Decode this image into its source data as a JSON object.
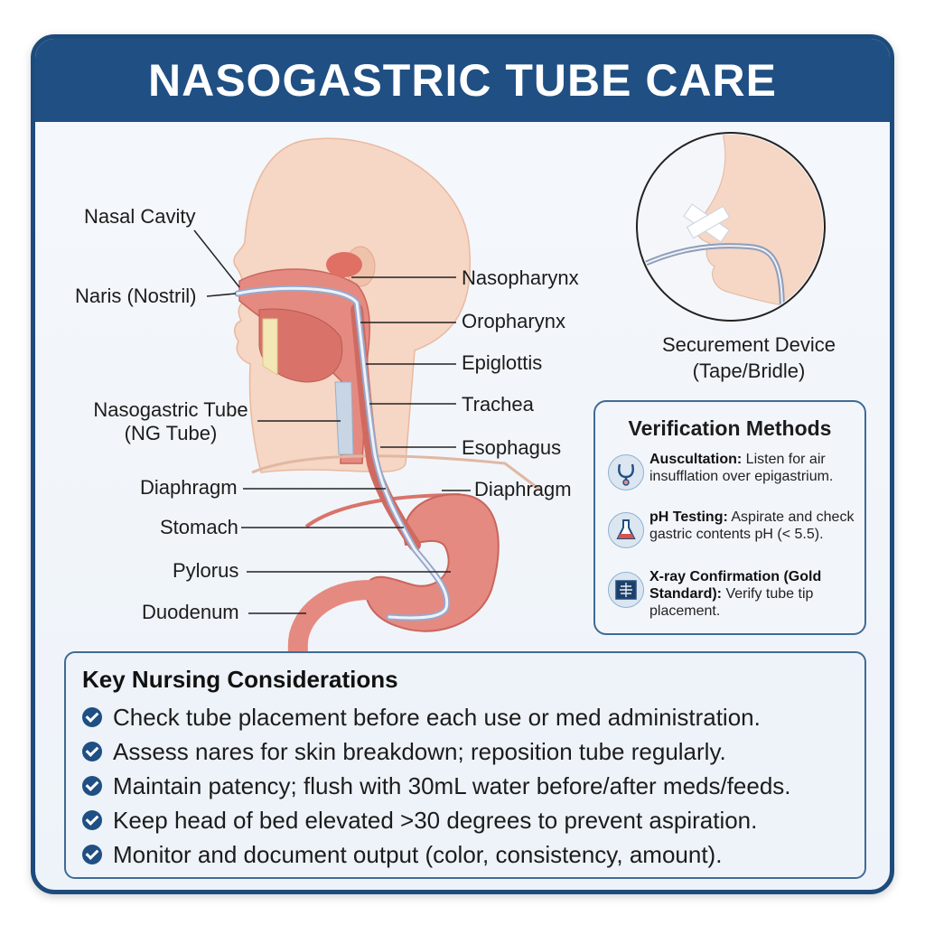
{
  "title": "NASOGASTRIC TUBE CARE",
  "anatomy": {
    "left_labels": {
      "nasal_cavity": "Nasal Cavity",
      "naris": "Naris (Nostril)",
      "ng_tube_line1": "Nasogastric Tube",
      "ng_tube_line2": "(NG Tube)",
      "diaphragm": "Diaphragm",
      "stomach": "Stomach",
      "pylorus": "Pylorus",
      "duodenum": "Duodenum"
    },
    "right_labels": {
      "nasopharynx": "Nasopharynx",
      "oropharynx": "Oropharynx",
      "epiglottis": "Epiglottis",
      "trachea": "Trachea",
      "esophagus": "Esophagus",
      "diaphragm": "Diaphragm"
    }
  },
  "securement": {
    "caption_line1": "Securement Device",
    "caption_line2": "(Tape/Bridle)"
  },
  "verification": {
    "heading": "Verification Methods",
    "methods": [
      {
        "icon": "stethoscope-icon",
        "title": "Auscultation:",
        "text": " Listen for air insufflation over epigastrium."
      },
      {
        "icon": "flask-icon",
        "title": "pH Testing:",
        "text": " Aspirate and check gastric contents pH (< 5.5)."
      },
      {
        "icon": "xray-icon",
        "title": "X-ray Confirmation (Gold Standard):",
        "text": " Verify tube tip placement."
      }
    ]
  },
  "key_considerations": {
    "heading": "Key Nursing Considerations",
    "items": [
      "Check tube placement before each use or med administration.",
      "Assess nares for skin breakdown; reposition tube regularly.",
      "Maintain patency; flush with 30mL water before/after meds/feeds.",
      "Keep head of bed elevated >30 degrees to prevent aspiration.",
      "Monitor and document output (color, consistency, amount)."
    ]
  },
  "colors": {
    "header": "#1f4f83",
    "border": "#1d4b7c",
    "skin": "#f6d6c4",
    "tissue": "#e58a80",
    "tube": "#c9d4ea"
  }
}
